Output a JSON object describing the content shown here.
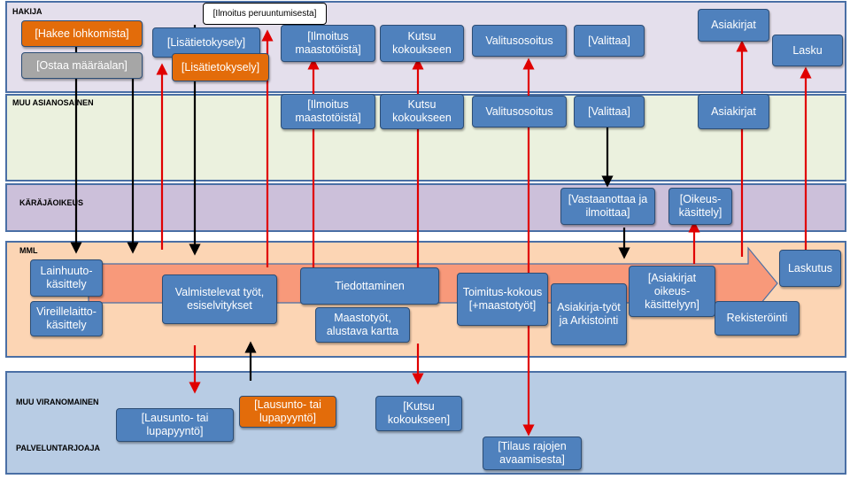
{
  "lanes": {
    "hakija": "HAKIJA",
    "muu_asianosainen": "MUU ASIANOSAINEN",
    "karajaoikeus": "KÄRÄJÄOIKEUS",
    "mml": "MML",
    "muu_viranomainen": "MUU VIRANOMAINEN",
    "palveluntarjoaja": "PALVELUNTARJOAJA"
  },
  "hakija": {
    "ilmoitus_peruuntumisesta": "[Ilmoitus peruuntumisesta]",
    "hakee_lohkomista": "[Hakee lohkomista]",
    "ostaa_maaraalan": "[Ostaa määräalan]",
    "lisatietokysely_blue": "[Lisätietokysely]",
    "lisatietokysely_orange": "[Lisätietokysely]",
    "ilmoitus_maastotoista": "[Ilmoitus maastotöistä]",
    "kutsu_kokoukseen": "Kutsu kokoukseen",
    "valitusosoitus": "Valitusosoitus",
    "valittaa": "[Valittaa]",
    "asiakirjat": "Asiakirjat",
    "lasku": "Lasku"
  },
  "muu_asianosainen": {
    "ilmoitus_maastotoista": "[Ilmoitus maastotöistä]",
    "kutsu_kokoukseen": "Kutsu kokoukseen",
    "valitusosoitus": "Valitusosoitus",
    "valittaa": "[Valittaa]",
    "asiakirjat": "Asiakirjat"
  },
  "karajaoikeus": {
    "vastaanottaa": "[Vastaanottaa ja ilmoittaa]",
    "oikeuskasittely": "[Oikeus-käsittely]"
  },
  "mml": {
    "lainhuuto": "Lainhuuto-käsittely",
    "vireillelaitto": "Vireillelaitto-käsittely",
    "valmistelevat": "Valmistelevat työt, esiselvitykset",
    "tiedottaminen": "Tiedottaminen",
    "maastotyot": "Maastotyöt, alustava kartta",
    "toimituskokous": "Toimitus-kokous [+maastotyöt]",
    "asiakirjatyot": "Asiakirja-työt ja Arkistointi",
    "asiakirjat_oikeus": "[Asiakirjat oikeus-käsittelyyn]",
    "rekisterointi": "Rekisteröinti",
    "laskutus": "Laskutus"
  },
  "muu_viranomainen": {
    "lausunto_1": "[Lausunto- tai lupapyyntö]",
    "lausunto_2": "[Lausunto- tai lupapyyntö]",
    "kutsu_kokoukseen": "[Kutsu kokoukseen]",
    "tilaus_rajojen": "[Tilaus rajojen avaamisesta]"
  },
  "colors": {
    "lane_hakija": "#e4dfec",
    "lane_muu_asianosainen": "#ebf1de",
    "lane_karajaoikeus": "#ccc0da",
    "lane_mml": "#fcd5b4",
    "lane_viranomainen": "#b8cce4",
    "box_blue": "#4f81bd",
    "box_orange": "#e36c0a",
    "box_gray": "#a6a6a6",
    "arrow_red": "#e00000",
    "arrow_black": "#000000",
    "process_arrow": "#f8997a"
  }
}
